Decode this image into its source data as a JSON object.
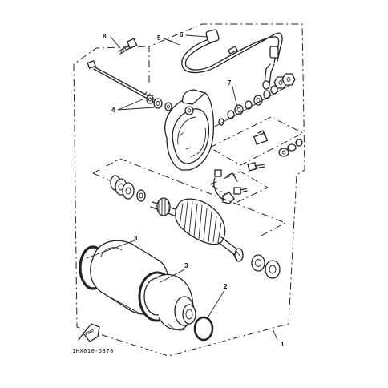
{
  "diagram": {
    "callouts": [
      {
        "id": "1",
        "label": "1"
      },
      {
        "id": "2",
        "label": "2"
      },
      {
        "id": "3a",
        "label": "3"
      },
      {
        "id": "3b",
        "label": "3"
      },
      {
        "id": "4",
        "label": "4"
      },
      {
        "id": "5",
        "label": "5"
      },
      {
        "id": "6",
        "label": "6"
      },
      {
        "id": "7",
        "label": "7"
      },
      {
        "id": "8",
        "label": "8"
      }
    ],
    "fwd_label": "FWD",
    "drawing_code": "1HX010-5370"
  }
}
